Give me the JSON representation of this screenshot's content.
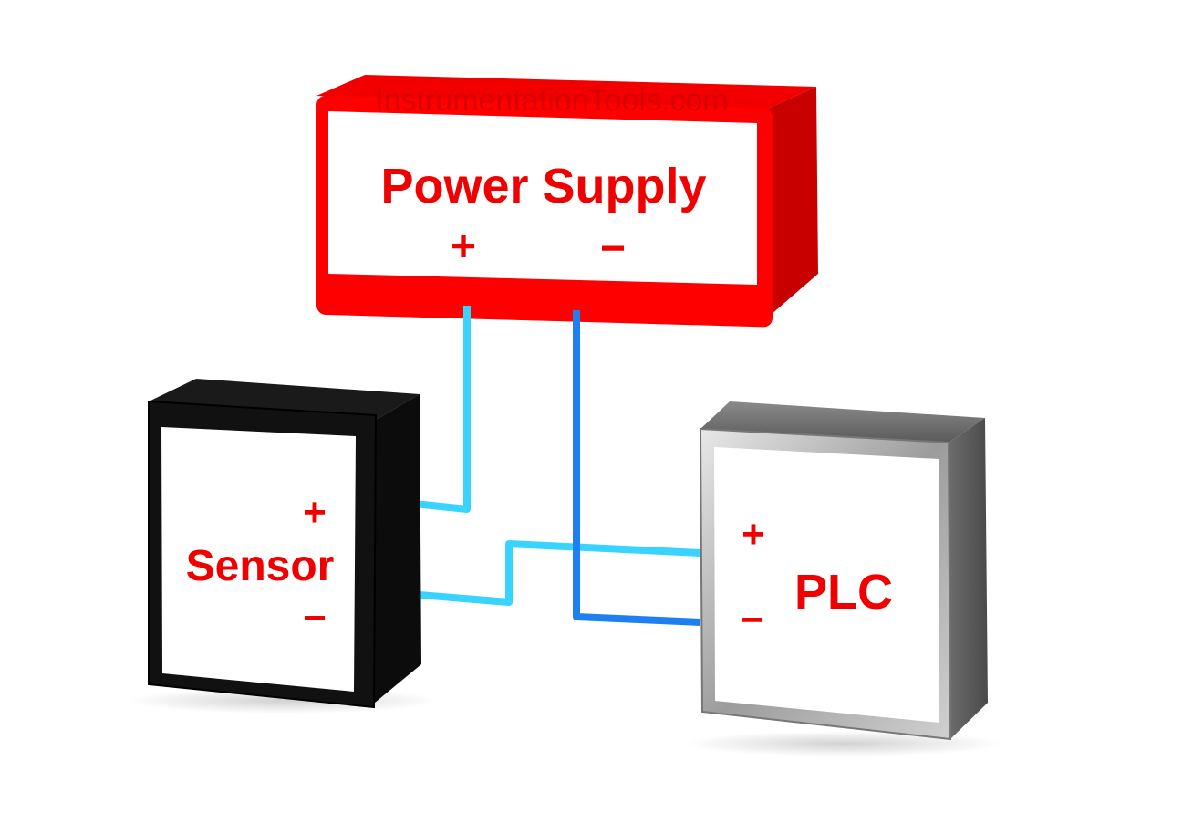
{
  "watermark": "InstrumentationTools.com",
  "power_supply": {
    "title": "Power Supply",
    "plus": "+",
    "minus": "−"
  },
  "sensor": {
    "title": "Sensor",
    "plus": "+",
    "minus": "−"
  },
  "plc": {
    "title": "PLC",
    "plus": "+",
    "minus": "−"
  },
  "colors": {
    "power_supply": "#f00000",
    "sensor_body": "#111111",
    "plc_body": "#9a9a9a",
    "wire_positive": "#38d4ff",
    "wire_negative": "#1e7ff0",
    "label": "#f00000"
  }
}
